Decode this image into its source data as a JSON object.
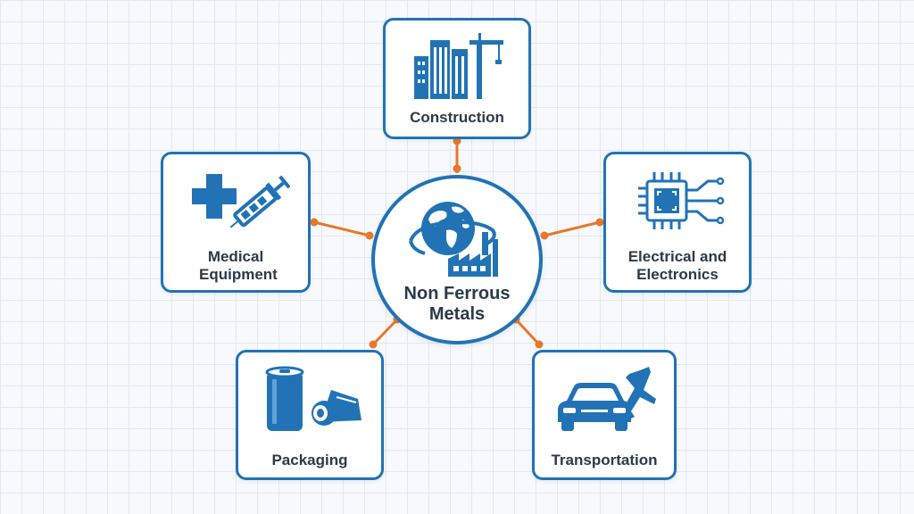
{
  "center": {
    "title": "Non Ferrous Metals",
    "icon": "globe-factory-icon"
  },
  "nodes": [
    {
      "id": "construction",
      "label": "Construction",
      "icon": "buildings-crane-icon"
    },
    {
      "id": "medical",
      "label": "Medical Equipment",
      "icon": "medical-cross-syringe-icon"
    },
    {
      "id": "electrical",
      "label": "Electrical and Electronics",
      "icon": "microchip-icon"
    },
    {
      "id": "packaging",
      "label": "Packaging",
      "icon": "can-foil-roll-icon"
    },
    {
      "id": "transportation",
      "label": "Transportation",
      "icon": "car-airplane-icon"
    }
  ],
  "colors": {
    "primary": "#2173b5",
    "connector": "#e8782a",
    "text": "#2b3a4a",
    "background": "#f7f9fc",
    "grid": "#e3e8ef"
  }
}
